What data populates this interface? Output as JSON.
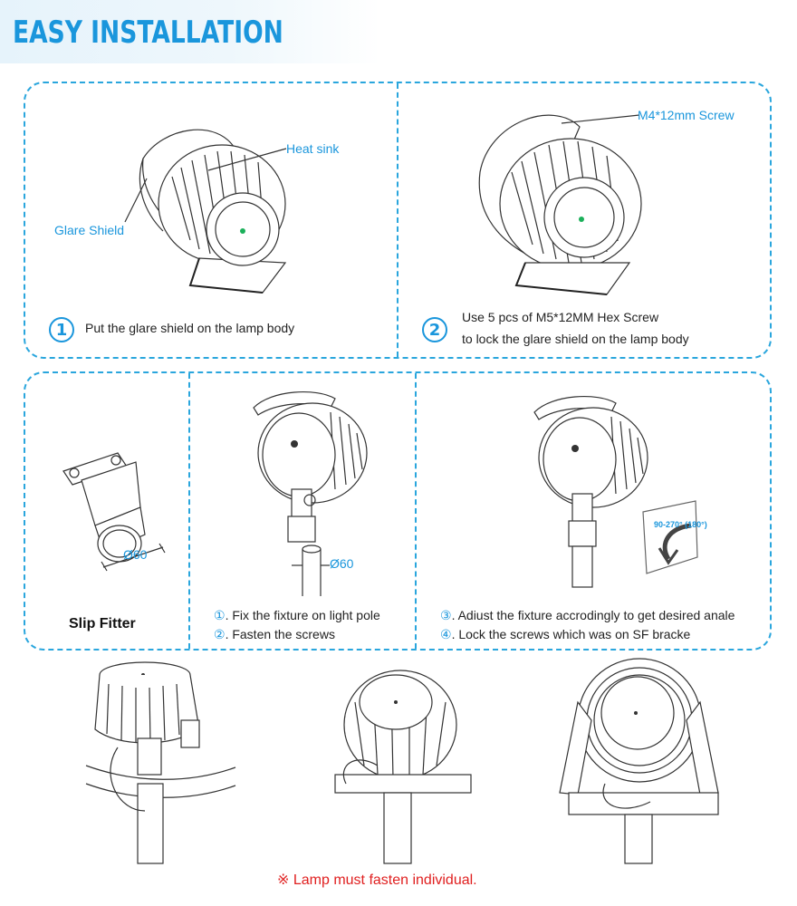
{
  "header": {
    "title": "EASY INSTALLATION"
  },
  "step1": {
    "number": "1",
    "callout_heat_sink": "Heat sink",
    "callout_glare_shield": "Glare Shield",
    "text": "Put the glare shield on the lamp body"
  },
  "step2": {
    "number": "2",
    "callout_screw": "M4*12mm Screw",
    "text_line1": "Use 5 pcs of M5*12MM Hex Screw",
    "text_line2": "to lock the glare shield on the lamp body"
  },
  "slip_fitter": {
    "label": "Slip Fitter",
    "dimension": "Ø60"
  },
  "pole_mount": {
    "dimension": "Ø60",
    "steps": [
      {
        "num": "①",
        "text": ". Fix the fixture on light pole"
      },
      {
        "num": "②",
        "text": ". Fasten the screws"
      }
    ]
  },
  "adjust": {
    "angle_label": "90-270° (180°)",
    "steps": [
      {
        "num": "③",
        "text": ". Adiust the fixture accrodingly to get desired anale"
      },
      {
        "num": "④",
        "text": ". Lock the screws which was on SF bracke"
      }
    ]
  },
  "footer": {
    "note": "※ Lamp must fasten individual."
  },
  "colors": {
    "accent": "#1a96dc",
    "warning": "#e02020",
    "panel_border": "#2aa6dd"
  }
}
